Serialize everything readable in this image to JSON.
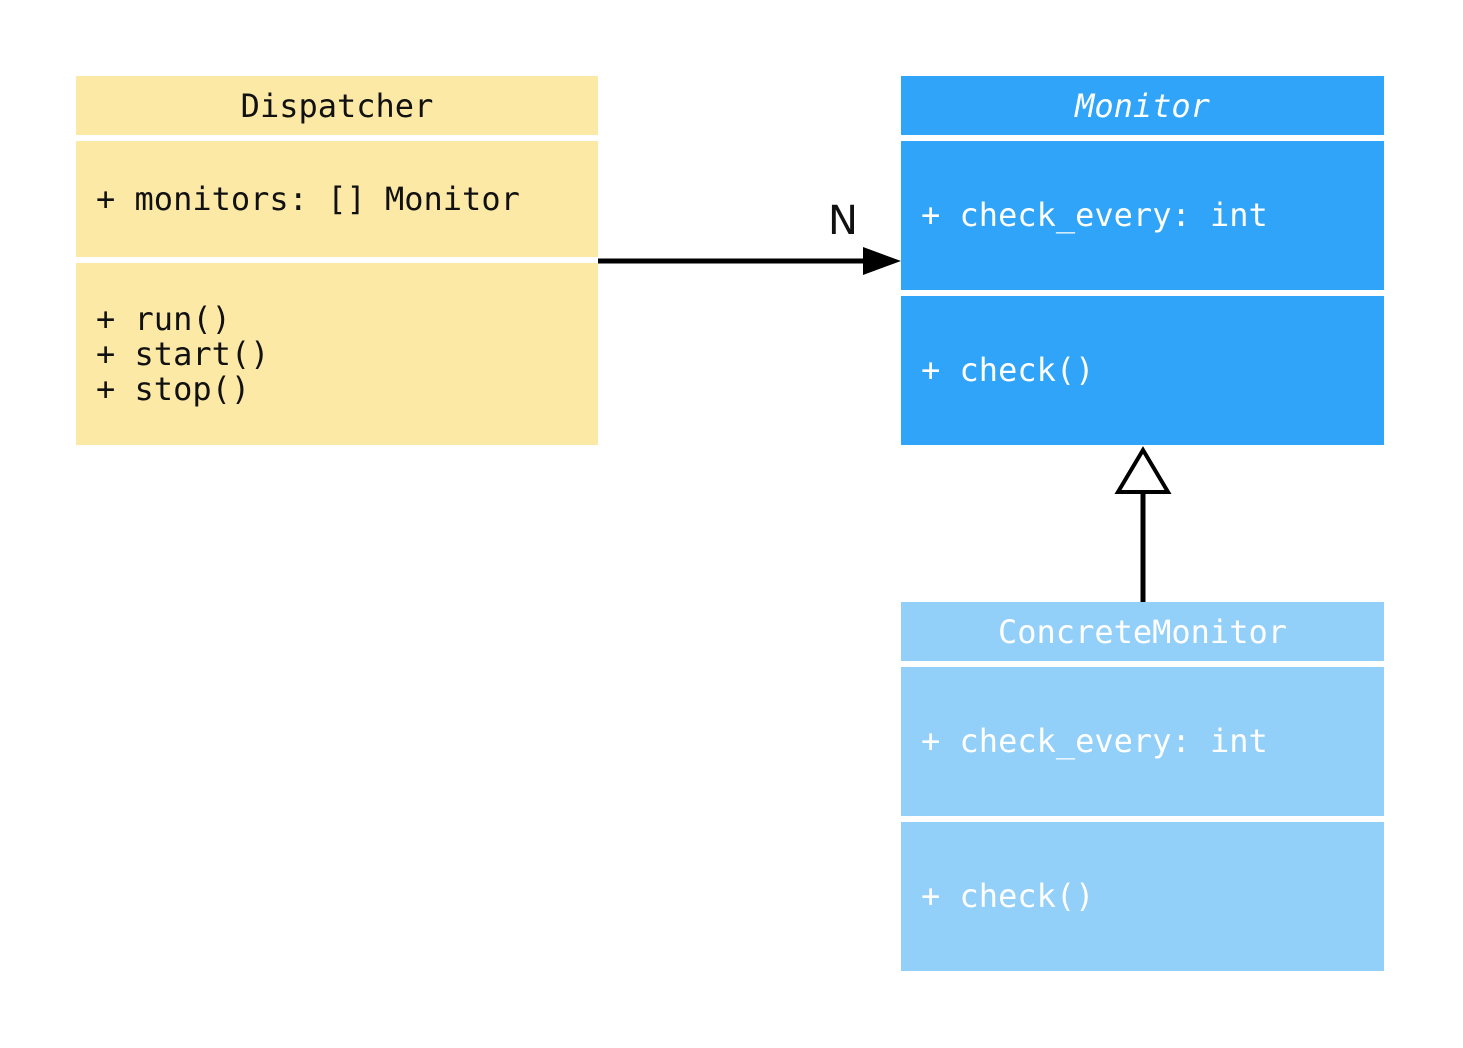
{
  "diagram": {
    "type": "uml-class-diagram",
    "classes": [
      {
        "name": "Dispatcher",
        "attributes": [
          "+ monitors: [] Monitor"
        ],
        "methods": [
          "+ run()",
          "+ start()",
          "+ stop()"
        ],
        "fill": "#FCE9A6",
        "text_color": "#111111",
        "title_style": "normal"
      },
      {
        "name": "Monitor",
        "attributes": [
          "+ check_every: int"
        ],
        "methods": [
          "+ check()"
        ],
        "fill": "#2FA4F9",
        "text_color": "#FFFFFF",
        "title_style": "italic"
      },
      {
        "name": "ConcreteMonitor",
        "attributes": [
          "+ check_every: int"
        ],
        "methods": [
          "+ check()"
        ],
        "fill": "#92CFF9",
        "text_color": "#FFFFFF",
        "title_style": "normal"
      }
    ],
    "relations": [
      {
        "type": "association",
        "from": "Dispatcher",
        "to": "Monitor",
        "label": "N",
        "arrowhead": "filled-arrow"
      },
      {
        "type": "inheritance",
        "from": "ConcreteMonitor",
        "to": "Monitor",
        "label": "",
        "arrowhead": "hollow-triangle"
      }
    ],
    "colors": {
      "background": "#FFFFFF",
      "edge": "#000000"
    }
  }
}
